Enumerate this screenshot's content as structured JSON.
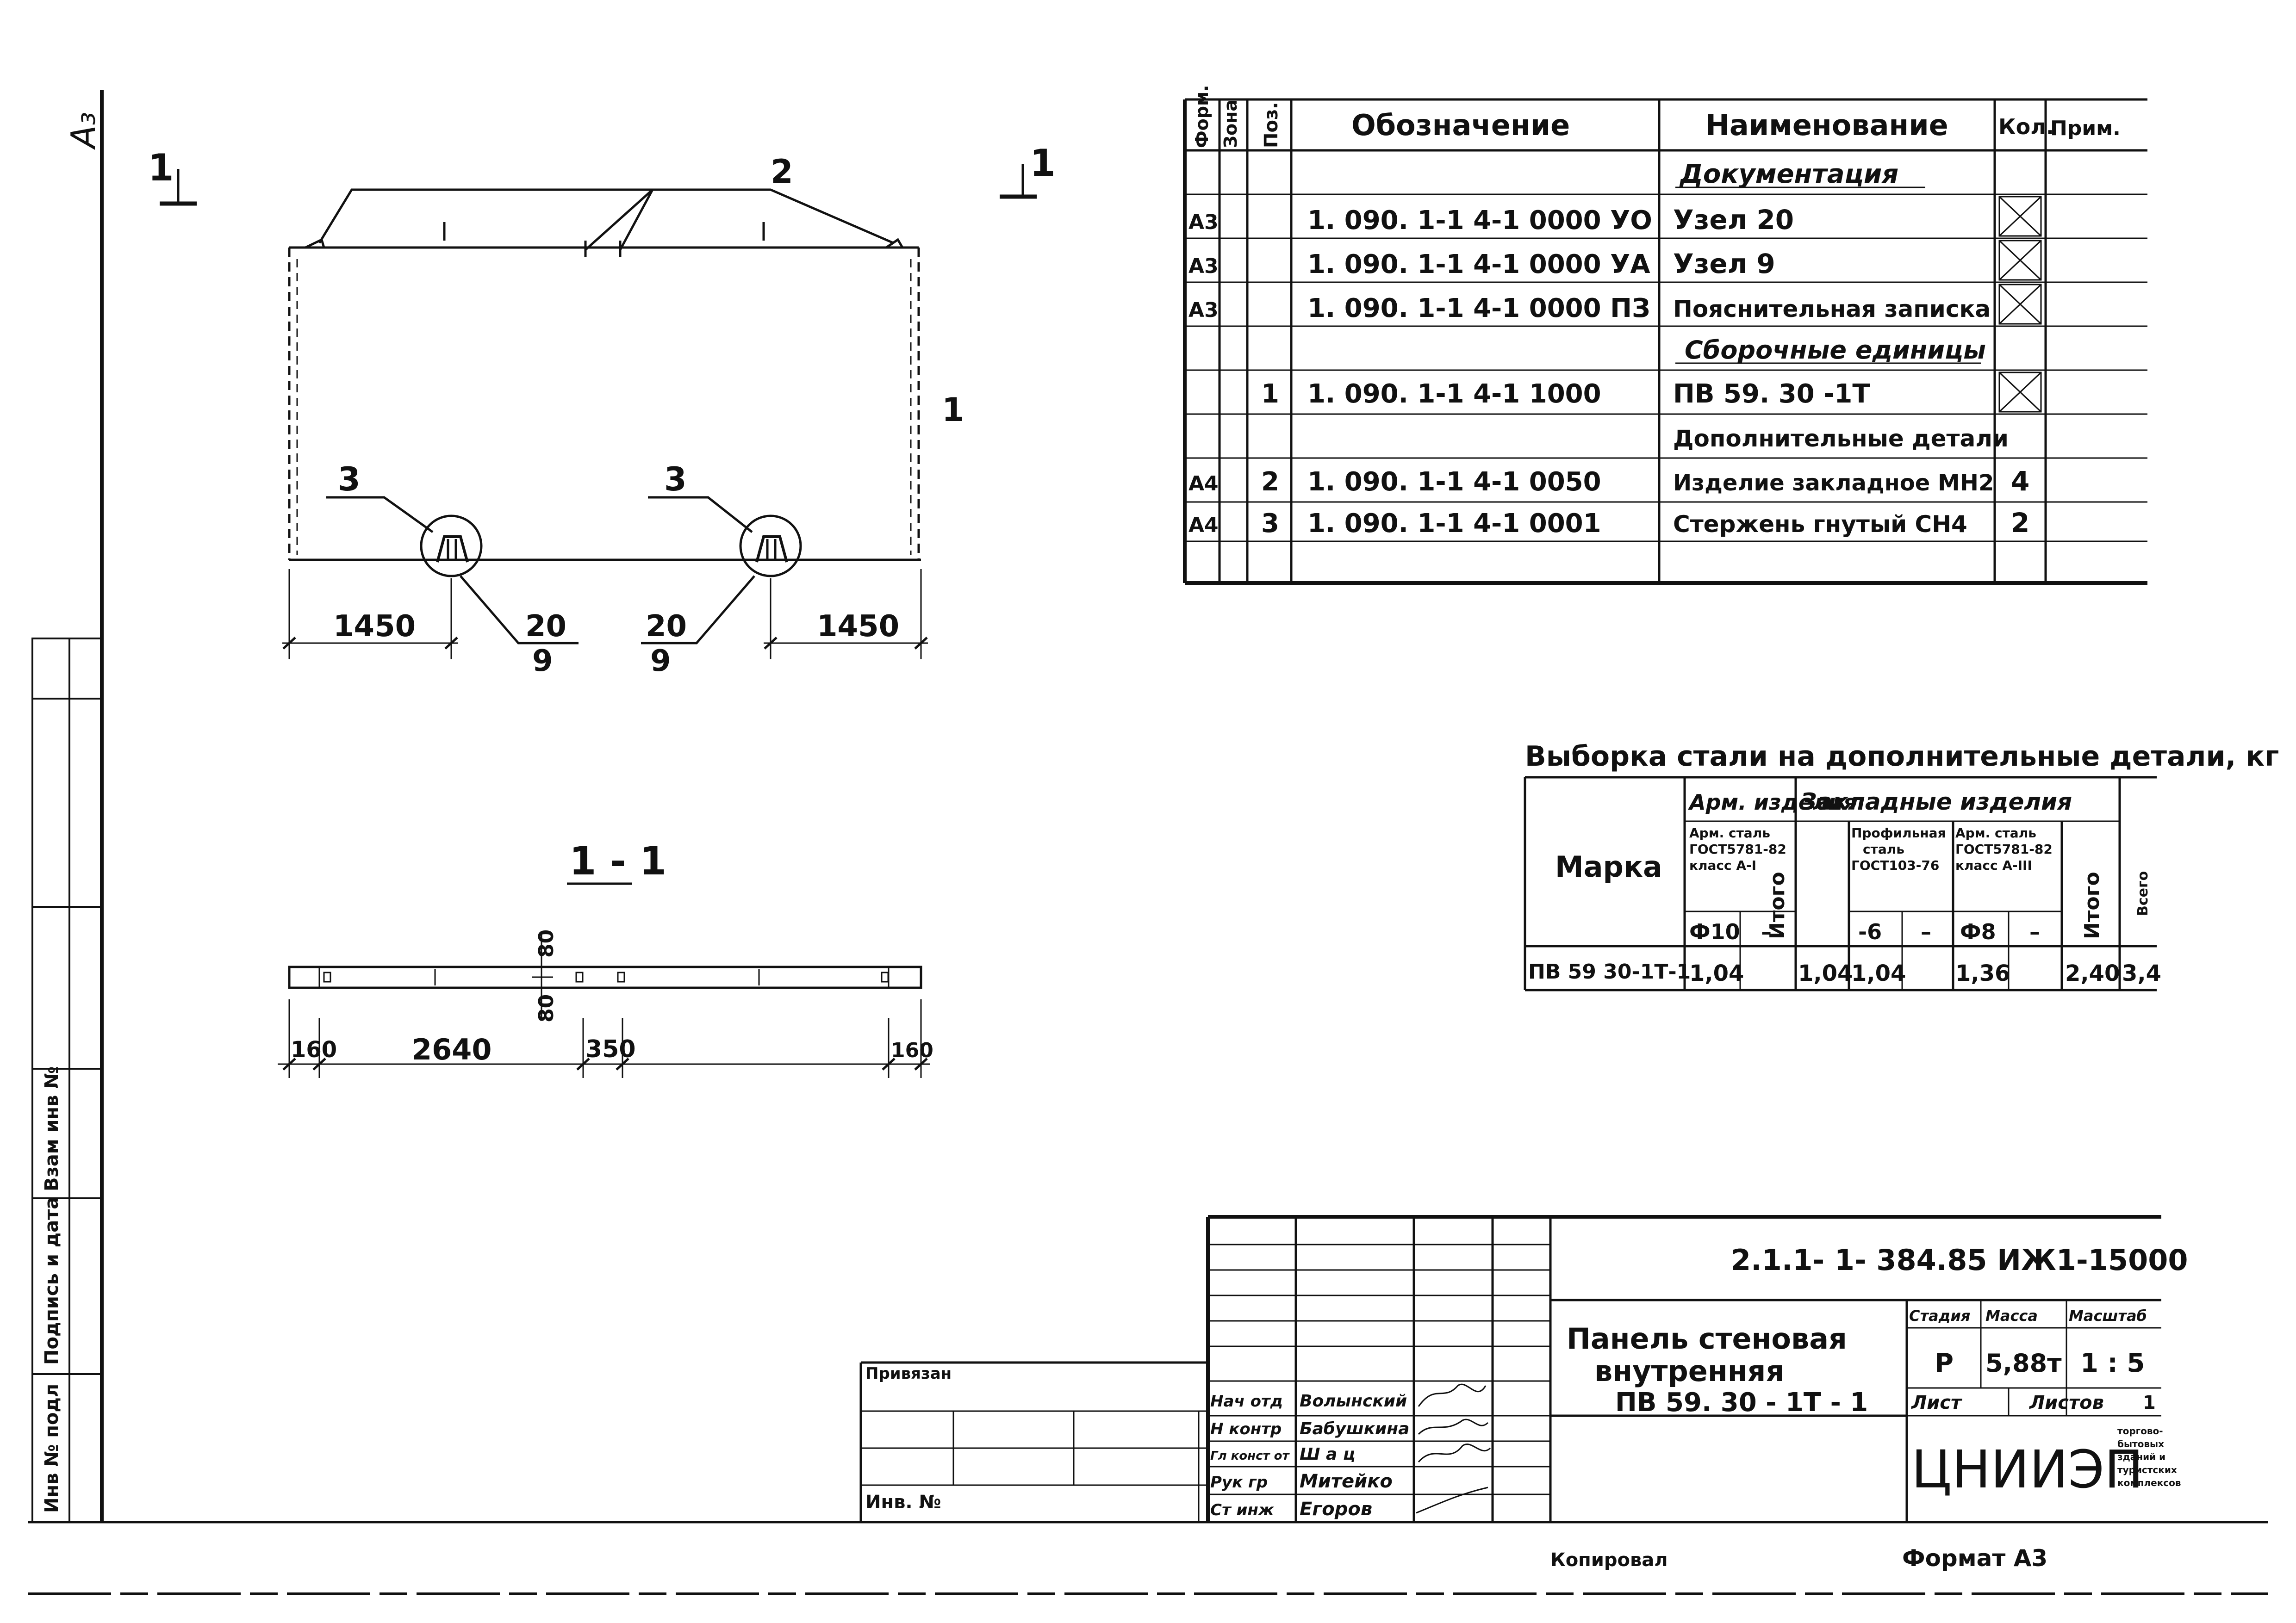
{
  "frame": {
    "sheet_label": "А₃",
    "side_labels": [
      "Инв № подл",
      "Подпись и дата",
      "Взам инв №"
    ]
  },
  "plan": {
    "section_mark": "1",
    "callout_top": "2",
    "callout_right": "1",
    "callout_left_3": "3",
    "callout_right_3": "3",
    "node_left_top": "20",
    "node_left_bottom": "9",
    "node_right_top": "20",
    "node_right_bottom": "9",
    "dim_left": "1450",
    "dim_right": "1450"
  },
  "section": {
    "title": "1 - 1",
    "dim_top": "80",
    "dim_bottom": "80",
    "dim_160_left": "160",
    "dim_2640": "2640",
    "dim_350": "350",
    "dim_160_right": "160"
  },
  "spec": {
    "headers": {
      "format": "Форм.",
      "zone": "Зона",
      "pos": "Поз.",
      "designation": "Обозначение",
      "name": "Наименование",
      "qty": "Кол.",
      "note": "Прим."
    },
    "rows": [
      {
        "format": "",
        "pos": "",
        "designation": "",
        "name": "Документация",
        "qty": "",
        "header": true
      },
      {
        "format": "А3",
        "pos": "",
        "designation": "1. 090. 1-1 4-1 0000 УО",
        "name": "Узел 20",
        "qty": "X"
      },
      {
        "format": "А3",
        "pos": "",
        "designation": "1. 090. 1-1 4-1 0000 УА",
        "name": "Узел 9",
        "qty": "X"
      },
      {
        "format": "А3",
        "pos": "",
        "designation": "1. 090. 1-1 4-1 0000 ПЗ",
        "name": "Пояснительная записка",
        "qty": "X"
      },
      {
        "format": "",
        "pos": "",
        "designation": "",
        "name": "Сборочные единицы",
        "qty": "",
        "header": true
      },
      {
        "format": "",
        "pos": "1",
        "designation": "1. 090. 1-1 4-1 1000",
        "name": "ПВ 59. 30 -1Т",
        "qty": "X"
      },
      {
        "format": "",
        "pos": "",
        "designation": "",
        "name": "Дополнительные детали",
        "qty": ""
      },
      {
        "format": "А4",
        "pos": "2",
        "designation": "1. 090. 1-1 4-1 0050",
        "name": "Изделие закладное МН2",
        "qty": "4"
      },
      {
        "format": "А4",
        "pos": "3",
        "designation": "1. 090. 1-1 4-1 0001",
        "name": "Стержень гнутый СН4",
        "qty": "2"
      },
      {
        "format": "",
        "pos": "",
        "designation": "",
        "name": "",
        "qty": ""
      }
    ]
  },
  "steel": {
    "title": "Выборка стали на дополнительные детали, кг",
    "col_marka": "Марка",
    "group_arm": "Арм. изделия",
    "group_zakl": "Закладные изделия",
    "arm_steel_line1": "Арм. сталь",
    "arm_steel_line2": "ГОСТ5781-82",
    "arm_steel_line3": "класс А-I",
    "prof_line1": "Профильная",
    "prof_line2": "сталь",
    "prof_line3": "ГОСТ103-76",
    "arm2_line1": "Арм. сталь",
    "arm2_line2": "ГОСТ5781-82",
    "arm2_line3": "класс А-III",
    "itogo": "Итого",
    "vsego": "Всего",
    "sub_d10": "Ф10",
    "sub_dash1": "–",
    "sub_6": "-6",
    "sub_dash2": "–",
    "sub_d8": "Ф8",
    "sub_dash3": "–",
    "row": {
      "marka": "ПВ 59 30-1Т-1",
      "d10": "1,04",
      "dash1": "",
      "itogo1": "1,04",
      "s6": "1,04",
      "dash2": "",
      "d8": "1,36",
      "dash3": "",
      "itogo2": "2,40",
      "vsego": "3,4"
    }
  },
  "stamp": {
    "doc_code": "2.1.1- 1- 384.85 ИЖ1-15000",
    "title_line1": "Панель стеновая",
    "title_line2": "внутренняя",
    "title_line3": "ПВ 59. 30 - 1Т - 1",
    "stage_label": "Стадия",
    "mass_label": "Масса",
    "scale_label": "Масштаб",
    "stage": "Р",
    "mass": "5,88т",
    "scale": "1 : 5",
    "sheet_label": "Лист",
    "sheets_label": "Листов",
    "sheets": "1",
    "org": "ЦНИИЭП",
    "org_sub1": "торгово-",
    "org_sub2": "бытовых",
    "org_sub3": "зданий и",
    "org_sub4": "туристских",
    "org_sub5": "комплексов",
    "privyazan": "Привязан",
    "inv_no": "Инв. №",
    "roles": [
      {
        "role": "Нач отд",
        "name": "Волынский"
      },
      {
        "role": "Н контр",
        "name": "Бабушкина"
      },
      {
        "role": "Гл конст от",
        "name": "Ш а ц"
      },
      {
        "role": "Рук гр",
        "name": "Митейко"
      },
      {
        "role": "Ст инж",
        "name": "Егоров"
      }
    ],
    "copied": "Копировал",
    "format": "Формат А3"
  }
}
